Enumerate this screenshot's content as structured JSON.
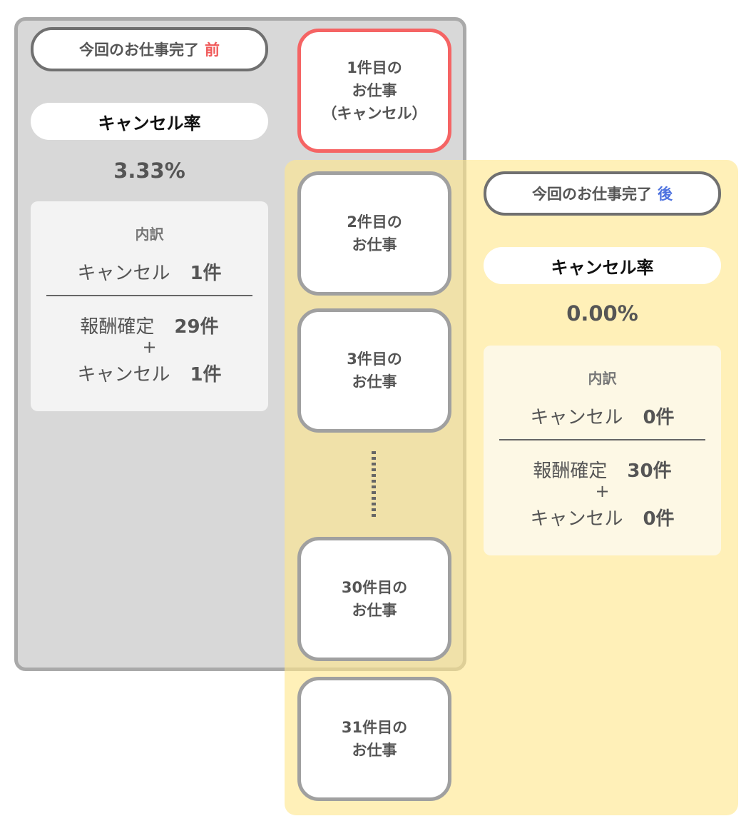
{
  "before": {
    "header_text": "今回のお仕事完了",
    "header_mark": "前",
    "rate_label": "キャンセル率",
    "rate_value": "3.33%",
    "breakdown": {
      "title": "内訳",
      "cancel_label": "キャンセル",
      "cancel_count": "1件",
      "confirmed_label": "報酬確定",
      "confirmed_count": "29件",
      "plus": "+",
      "cancel_label_2": "キャンセル",
      "cancel_count_2": "1件"
    }
  },
  "after": {
    "header_text": "今回のお仕事完了",
    "header_mark": "後",
    "rate_label": "キャンセル率",
    "rate_value": "0.00%",
    "breakdown": {
      "title": "内訳",
      "cancel_label": "キャンセル",
      "cancel_count": "0件",
      "confirmed_label": "報酬確定",
      "confirmed_count": "30件",
      "plus": "+",
      "cancel_label_2": "キャンセル",
      "cancel_count_2": "0件"
    }
  },
  "jobs": [
    {
      "line1": "1件目の",
      "line2": "お仕事",
      "line3": "（キャンセル）"
    },
    {
      "line1": "2件目の",
      "line2": "お仕事"
    },
    {
      "line1": "3件目の",
      "line2": "お仕事"
    },
    {
      "line1": "30件目の",
      "line2": "お仕事"
    },
    {
      "line1": "31件目の",
      "line2": "お仕事"
    }
  ],
  "colors": {
    "before_panel": "#d8d8d8",
    "after_panel": "#fee9a4",
    "mark_before": "#f05a5a",
    "mark_after": "#4e73e0",
    "cancel_card_border": "#f56464"
  }
}
